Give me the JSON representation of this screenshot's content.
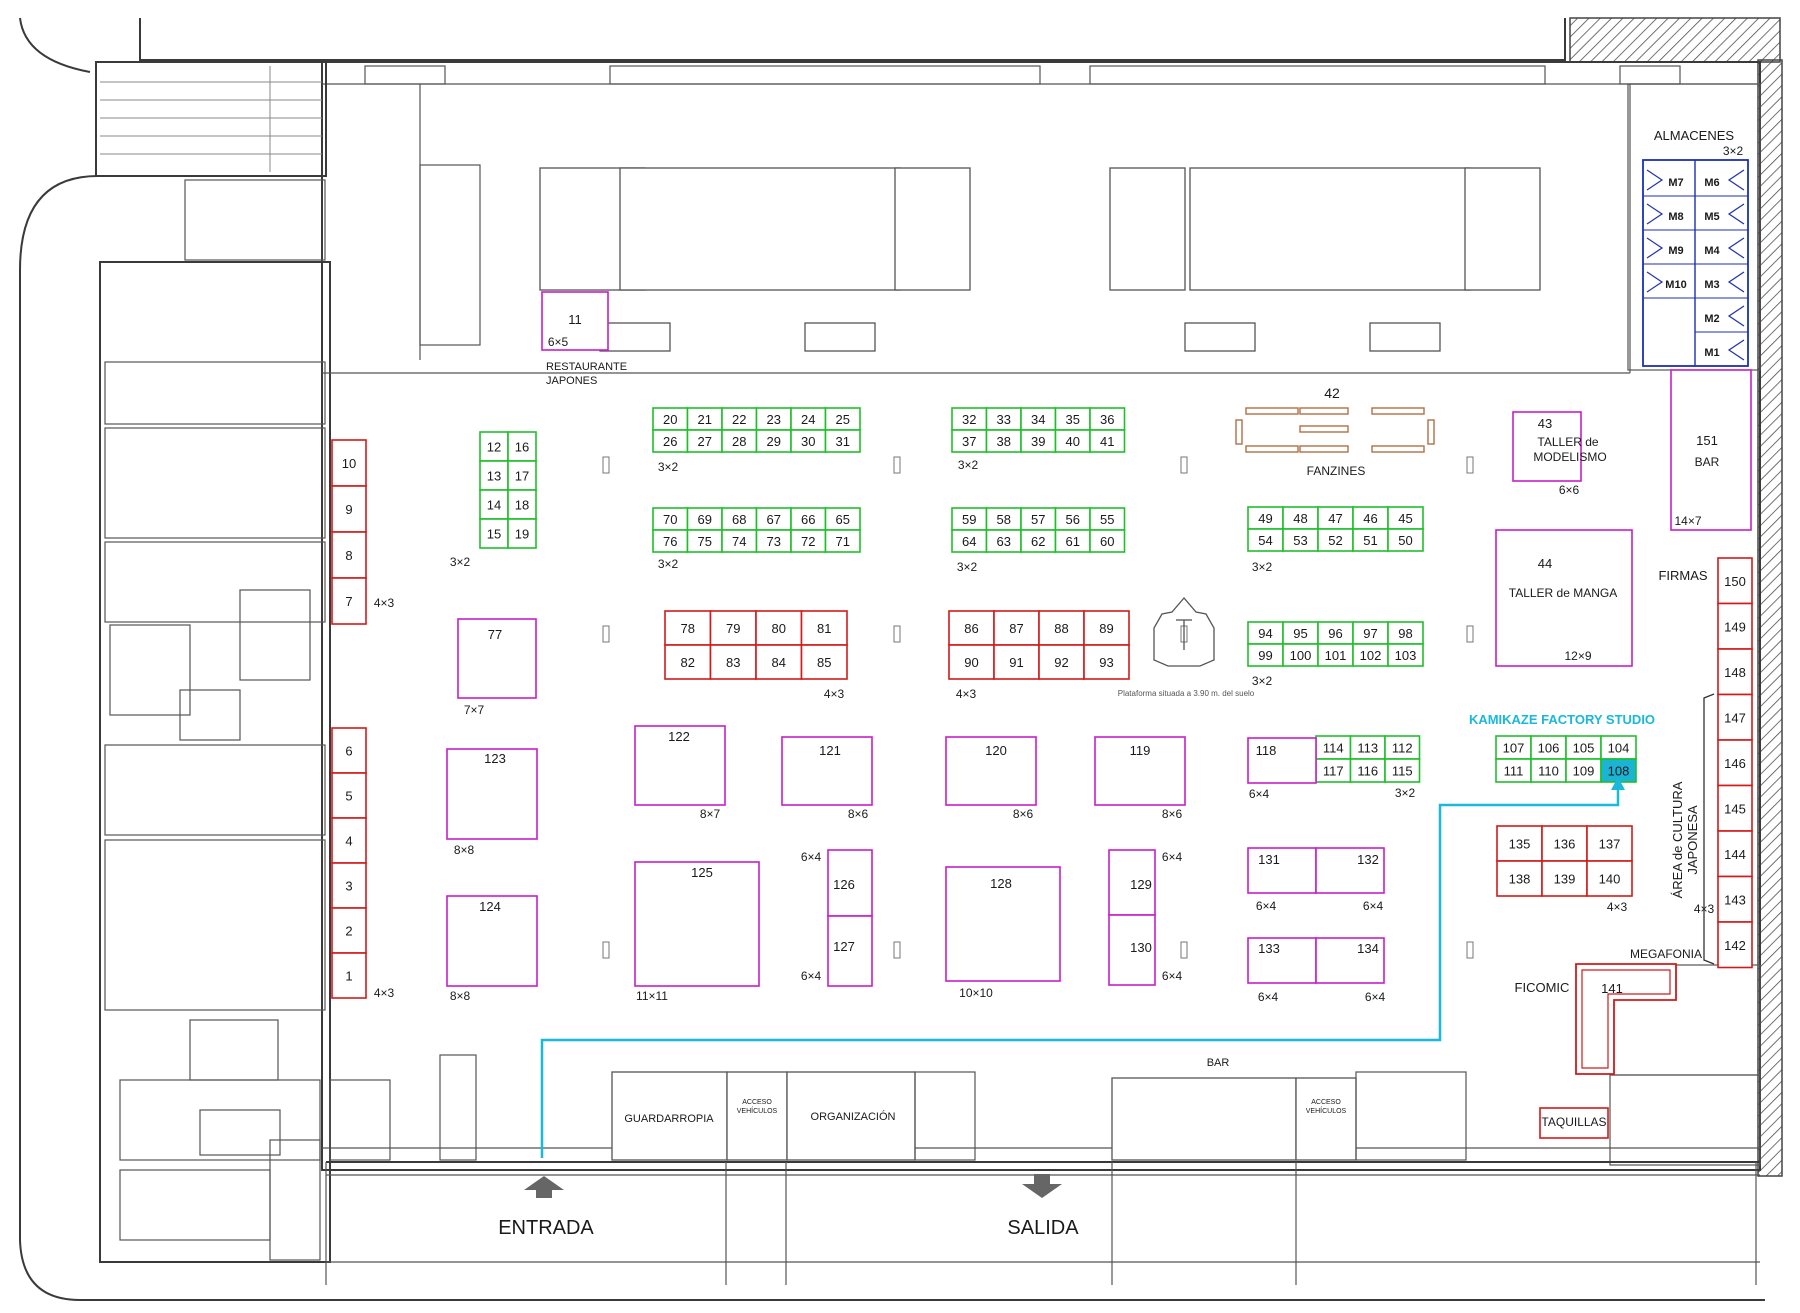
{
  "colors": {
    "red": "#d21a1a",
    "green": "#1fbf2a",
    "magenta": "#c81ec8",
    "blue": "#1c2fb4",
    "cyan": "#19b8dc",
    "highlight": "#1bb4d4",
    "wall": "#3a3a3a",
    "brown": "#b46e44"
  },
  "labels": {
    "entrada": "ENTRADA",
    "salida": "SALIDA",
    "restaurante_1": "RESTAURANTE",
    "restaurante_2": "JAPONES",
    "almacenes": "ALMACENES",
    "almacenes_size": "3×2",
    "fanzines": "FANZINES",
    "fanzines_num": "42",
    "plataforma": "Plataforma situada a 3.90 m. del suelo",
    "kamikaze": "KAMIKAZE FACTORY STUDIO",
    "firmas": "FIRMAS",
    "area_cultura_1": "ÁREA de CULTURA",
    "area_cultura_2": "JAPONESA",
    "megafonia": "MEGAFONIA",
    "ficomic": "FICOMIC",
    "taquillas": "TAQUILLAS",
    "bar_bottom": "BAR",
    "guardarropia": "GUARDARROPIA",
    "organizacion": "ORGANIZACIÓN",
    "acceso_1": "ACCESO",
    "acceso_2": "VEHÍCULOS"
  },
  "warehouse": {
    "left": [
      "M7",
      "M8",
      "M9",
      "M10"
    ],
    "right": [
      "M6",
      "M5",
      "M4",
      "M3",
      "M2",
      "M1"
    ]
  },
  "columns": {
    "c1": [
      "10",
      "9",
      "8",
      "7"
    ],
    "c1_size": "4×3",
    "c2": [
      "6",
      "5",
      "4",
      "3",
      "2",
      "1"
    ],
    "c2_size": "4×3",
    "c3": [
      "150",
      "149",
      "148",
      "147",
      "146",
      "145",
      "144",
      "143",
      "142"
    ],
    "c3_size": "4×3"
  },
  "green_left": {
    "rows": [
      [
        "12",
        "16"
      ],
      [
        "13",
        "17"
      ],
      [
        "14",
        "18"
      ],
      [
        "15",
        "19"
      ]
    ],
    "size": "3×2"
  },
  "green_grids": [
    {
      "rows": [
        [
          "20",
          "21",
          "22",
          "23",
          "24",
          "25"
        ],
        [
          "26",
          "27",
          "28",
          "29",
          "30",
          "31"
        ]
      ],
      "size": "3×2"
    },
    {
      "rows": [
        [
          "32",
          "33",
          "34",
          "35",
          "36"
        ],
        [
          "37",
          "38",
          "39",
          "40",
          "41"
        ]
      ],
      "size": "3×2"
    },
    {
      "rows": [
        [
          "70",
          "69",
          "68",
          "67",
          "66",
          "65"
        ],
        [
          "76",
          "75",
          "74",
          "73",
          "72",
          "71"
        ]
      ],
      "size": "3×2"
    },
    {
      "rows": [
        [
          "59",
          "58",
          "57",
          "56",
          "55"
        ],
        [
          "64",
          "63",
          "62",
          "61",
          "60"
        ]
      ],
      "size": "3×2"
    },
    {
      "rows": [
        [
          "49",
          "48",
          "47",
          "46",
          "45"
        ],
        [
          "54",
          "53",
          "52",
          "51",
          "50"
        ]
      ],
      "size": "3×2"
    },
    {
      "rows": [
        [
          "94",
          "95",
          "96",
          "97",
          "98"
        ],
        [
          "99",
          "100",
          "101",
          "102",
          "103"
        ]
      ],
      "size": "3×2"
    },
    {
      "rows": [
        [
          "114",
          "113",
          "112"
        ],
        [
          "117",
          "116",
          "115"
        ]
      ],
      "size": "3×2"
    },
    {
      "rows": [
        [
          "107",
          "106",
          "105",
          "104"
        ],
        [
          "111",
          "110",
          "109",
          "108"
        ]
      ],
      "size": ""
    }
  ],
  "red_grids": [
    {
      "rows": [
        [
          "78",
          "79",
          "80",
          "81"
        ],
        [
          "82",
          "83",
          "84",
          "85"
        ]
      ],
      "size": "4×3"
    },
    {
      "rows": [
        [
          "86",
          "87",
          "88",
          "89"
        ],
        [
          "90",
          "91",
          "92",
          "93"
        ]
      ],
      "size": "4×3"
    },
    {
      "rows": [
        [
          "135",
          "136",
          "137"
        ],
        [
          "138",
          "139",
          "140"
        ]
      ],
      "size": "4×3"
    }
  ],
  "magenta_booths": [
    {
      "id": "b11",
      "num": "11",
      "size": "6×5"
    },
    {
      "id": "b77",
      "num": "77",
      "size": "7×7"
    },
    {
      "id": "b123",
      "num": "123",
      "size": "8×8"
    },
    {
      "id": "b124",
      "num": "124",
      "size": "8×8"
    },
    {
      "id": "b122",
      "num": "122",
      "size": "8×7"
    },
    {
      "id": "b125",
      "num": "125",
      "size": "11×11"
    },
    {
      "id": "b121",
      "num": "121",
      "size": "8×6"
    },
    {
      "id": "b126",
      "num": "126",
      "size": "6×4"
    },
    {
      "id": "b127",
      "num": "127",
      "size": "6×4"
    },
    {
      "id": "b120",
      "num": "120",
      "size": "8×6"
    },
    {
      "id": "b128",
      "num": "128",
      "size": "10×10"
    },
    {
      "id": "b119",
      "num": "119",
      "size": "8×6"
    },
    {
      "id": "b129",
      "num": "129",
      "size": "6×4"
    },
    {
      "id": "b130",
      "num": "130",
      "size": "6×4"
    },
    {
      "id": "b118",
      "num": "118",
      "size": "6×4"
    },
    {
      "id": "b131",
      "num": "131",
      "size": "6×4"
    },
    {
      "id": "b132",
      "num": "132",
      "size": "6×4"
    },
    {
      "id": "b133",
      "num": "133",
      "size": "6×4"
    },
    {
      "id": "b134",
      "num": "134",
      "size": "6×4"
    },
    {
      "id": "b43",
      "num": "43",
      "size": "6×6",
      "text_1": "TALLER de",
      "text_2": "MODELISMO"
    },
    {
      "id": "b44",
      "num": "44",
      "size": "12×9",
      "text_1": "TALLER de MANGA"
    },
    {
      "id": "b151",
      "num": "151",
      "size": "14×7",
      "text_1": "BAR"
    }
  ],
  "ficomic_booth": {
    "num": "141"
  }
}
